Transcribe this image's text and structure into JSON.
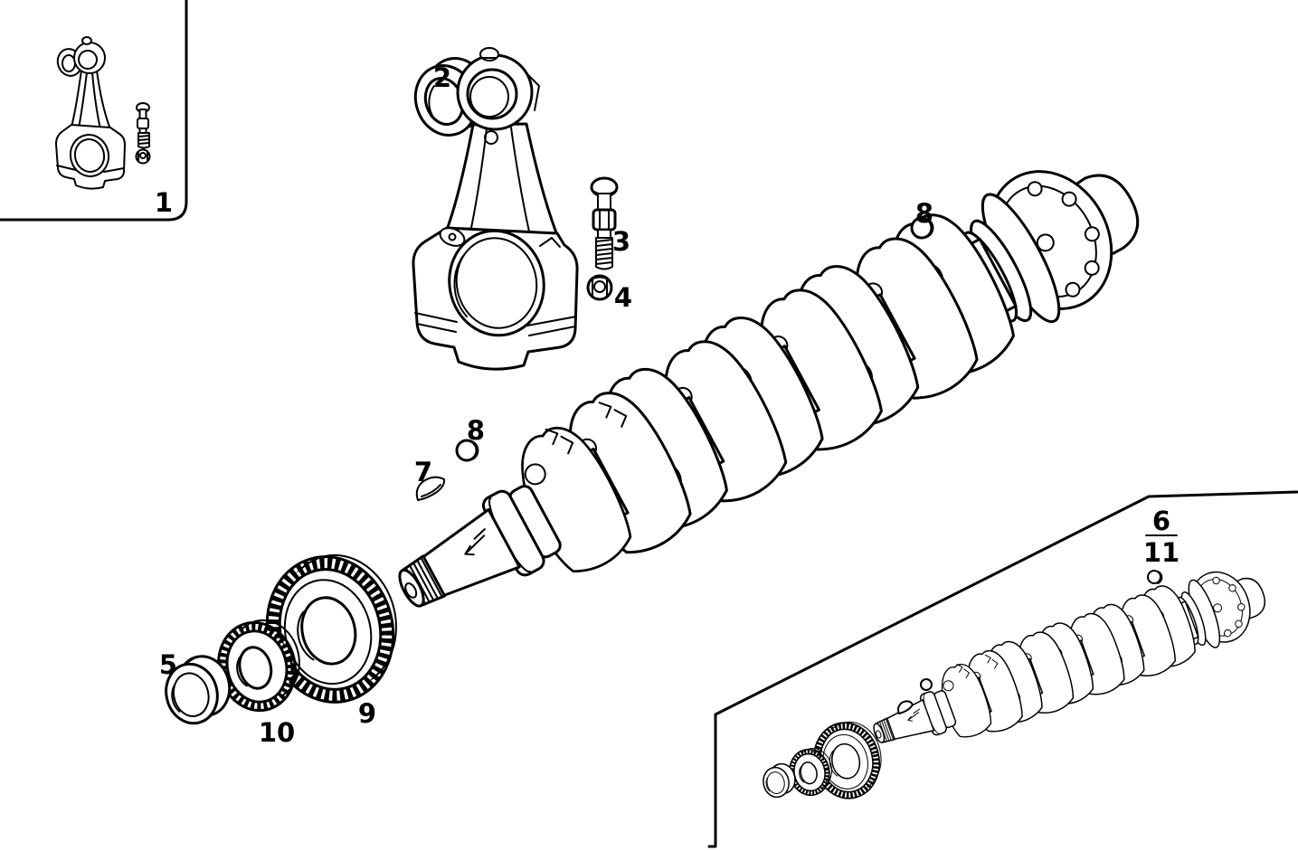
{
  "diagram": {
    "background_color": "#ffffff",
    "line_color": "#000000",
    "callouts": {
      "c1": "1",
      "c2": "2",
      "c3": "3",
      "c4": "4",
      "c5": "5",
      "c6": "6",
      "c7": "7",
      "c8_front": "8",
      "c8_rear": "8",
      "c9": "9",
      "c10": "10",
      "c11": "11"
    }
  }
}
